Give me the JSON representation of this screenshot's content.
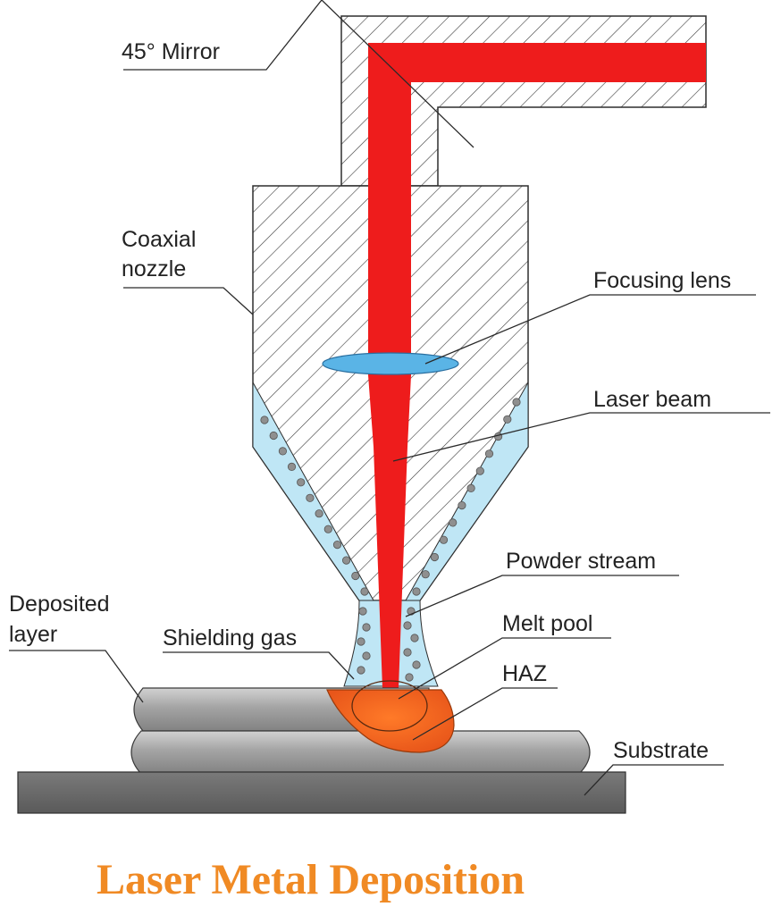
{
  "diagram": {
    "title": "Laser Metal Deposition",
    "labels": {
      "mirror": "45° Mirror",
      "nozzle_line1": "Coaxial",
      "nozzle_line2": "nozzle",
      "focusing_lens": "Focusing lens",
      "laser_beam": "Laser beam",
      "powder_stream": "Powder stream",
      "deposited_line1": "Deposited",
      "deposited_line2": "layer",
      "shielding_gas": "Shielding gas",
      "melt_pool": "Melt pool",
      "haz": "HAZ",
      "substrate": "Substrate"
    },
    "colors": {
      "laser": "#ee1c1c",
      "lens": "#5ab4e6",
      "powder_channel": "#bfe6f5",
      "powder_particle": "#8f8f8f",
      "melt_pool": "#f26a1b",
      "layer": "#9c9c9c",
      "substrate": "#6b6b6b",
      "title": "#f08a24"
    }
  }
}
